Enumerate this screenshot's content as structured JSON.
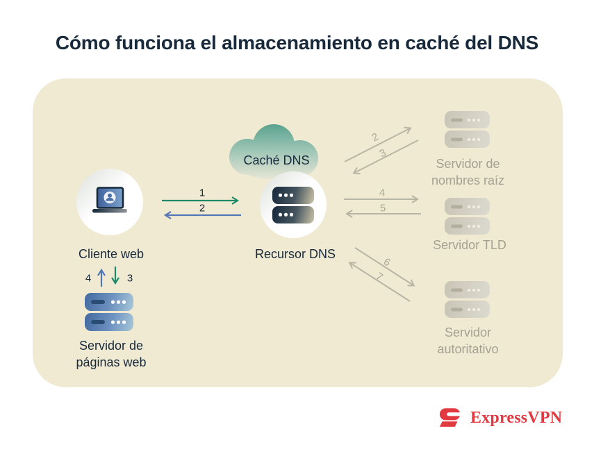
{
  "title": "Cómo funciona el almacenamiento en caché del DNS",
  "diagram": {
    "cloud": {
      "label": "Caché DNS"
    },
    "client": {
      "label": "Cliente web"
    },
    "recursor": {
      "label": "Recursor DNS"
    },
    "root_server": {
      "label": "Servidor de nombres raíz"
    },
    "tld_server": {
      "label": "Servidor TLD"
    },
    "authoritative_server": {
      "label": "Servidor autoritativo"
    },
    "web_server": {
      "label": "Servidor de páginas web"
    },
    "steps": {
      "client_to_recursor": "1",
      "recursor_to_client": "2",
      "recursor_to_root": "2",
      "root_to_recursor": "3",
      "recursor_to_tld": "4",
      "tld_to_recursor": "5",
      "recursor_to_auth": "6",
      "auth_to_recursor": "7",
      "web_to_client": "4",
      "client_to_web": "3"
    }
  },
  "branding": {
    "name": "ExpressVPN"
  },
  "colors": {
    "panel_beige": "#f0ead3",
    "navy_text": "#17293b",
    "arrow_green": "#1f8a68",
    "arrow_blue": "#5377b5",
    "arrow_gray": "#b9b5a4",
    "gray_label": "#a5a192",
    "brand_red": "#e23a41"
  }
}
